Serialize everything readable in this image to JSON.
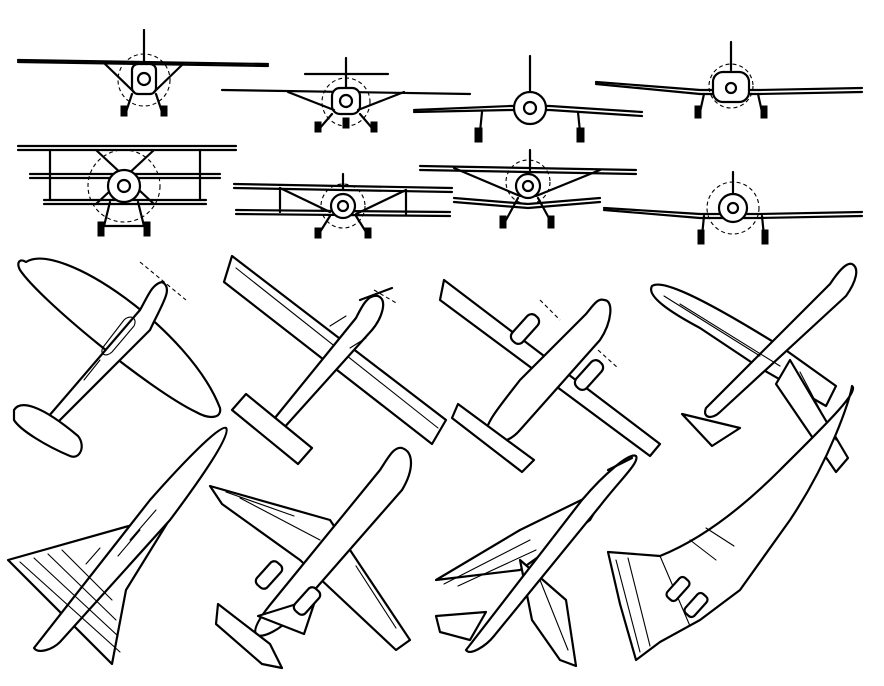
{
  "sheet": {
    "background": "#ffffff",
    "ink_color": "#000000",
    "front_views": [
      {
        "id": "high-wing-monoplane",
        "kind": "monoplane-high-wing"
      },
      {
        "id": "parasol-monoplane",
        "kind": "parasol-monoplane"
      },
      {
        "id": "low-wing-gull",
        "kind": "monoplane-low-wing"
      },
      {
        "id": "low-wing-cabin",
        "kind": "monoplane-low-wing"
      },
      {
        "id": "triplane",
        "kind": "triplane"
      },
      {
        "id": "biplane-small",
        "kind": "biplane"
      },
      {
        "id": "biplane-gull",
        "kind": "biplane"
      },
      {
        "id": "low-wing-fighter",
        "kind": "monoplane-low-wing"
      }
    ],
    "plan_views": [
      {
        "id": "elliptical-wing-fighter",
        "kind": "propeller-fighter"
      },
      {
        "id": "high-wing-turboprop",
        "kind": "turboprop-utility"
      },
      {
        "id": "twin-engine-flying-boat",
        "kind": "twin-prop-amphibian"
      },
      {
        "id": "swept-wing-bomber",
        "kind": "jet-bomber"
      },
      {
        "id": "delta-wing-fighter",
        "kind": "delta-jet"
      },
      {
        "id": "rear-engine-airliner",
        "kind": "jet-airliner"
      },
      {
        "id": "swept-wing-jet-fighter",
        "kind": "swept-jet"
      },
      {
        "id": "ogival-delta-airliner",
        "kind": "supersonic-airliner"
      }
    ]
  }
}
